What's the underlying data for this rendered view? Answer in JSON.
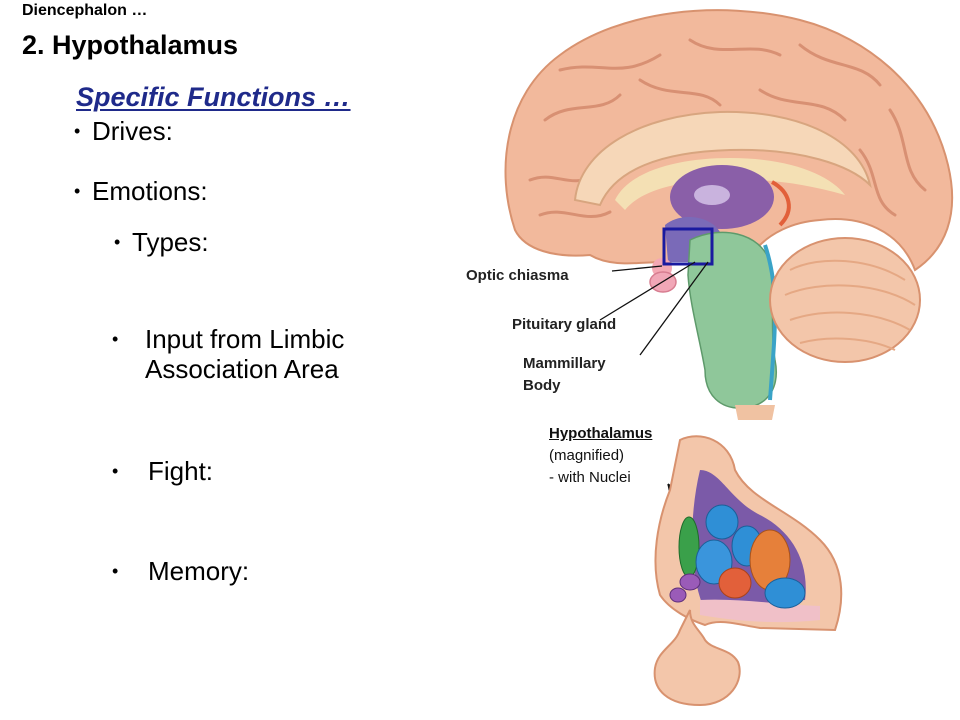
{
  "slide": {
    "supertitle": "Diencephalon …",
    "title": "2.  Hypothalamus",
    "subtitle": "Specific Functions …",
    "bullets": {
      "drives": "Drives:",
      "emotions": "Emotions:",
      "types": "Types:",
      "limbic_line1": "Input from Limbic",
      "limbic_line2": "Association  Area",
      "fight": "Fight:",
      "memory": "Memory:"
    },
    "bullet_glyph": "•"
  },
  "figure": {
    "labels": {
      "optic_chiasma": "Optic chiasma",
      "pituitary_gland": "Pituitary gland",
      "mammillary_line1": "Mammillary",
      "mammillary_line2": "Body",
      "hypothalamus": "Hypothalamus",
      "magnified": "(magnified)",
      "nuclei": "- with Nuclei"
    },
    "colors": {
      "cortex": "#f2b99c",
      "brainstem": "#8fc79a",
      "thalamus": "#8a5fa8",
      "highlight_box": "#1a1aa0",
      "nucleus_blue": "#2f8fd6",
      "nucleus_orange": "#e6803a",
      "nucleus_green": "#3aa04a",
      "nucleus_purple": "#9a5bb8"
    }
  }
}
